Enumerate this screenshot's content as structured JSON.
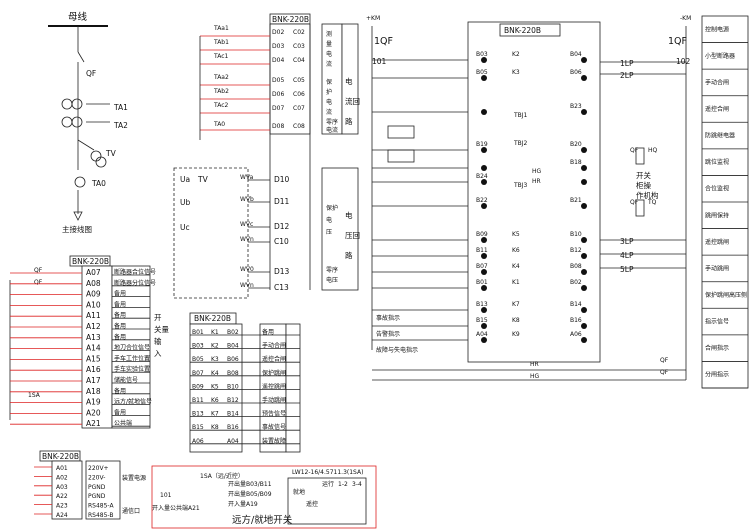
{
  "oneline": {
    "busbar": "母线",
    "qf": "QF",
    "ta1": "TA1",
    "ta2": "TA2",
    "tv": "TV",
    "ta0": "TA0",
    "caption": "主接线图"
  },
  "ct": {
    "device": "BNK-220B",
    "rows": [
      {
        "ta": "TAa1"
      },
      {
        "ta": "TAb1"
      },
      {
        "ta": "TAc1"
      },
      {
        "ta": "TAa2"
      },
      {
        "ta": "TAb2"
      },
      {
        "ta": "TAc2"
      },
      {
        "ta": "TA0"
      }
    ],
    "terms": [
      "D02",
      "C02",
      "D03",
      "C03",
      "D04",
      "C04",
      "D05",
      "C05",
      "D06",
      "C06",
      "D07",
      "C07",
      "D08",
      "C08"
    ],
    "group1": [
      "测",
      "量",
      "电",
      "流"
    ],
    "group2": [
      "保",
      "护",
      "电",
      "流"
    ],
    "group3": [
      "零序",
      "电流"
    ],
    "loop": [
      "电",
      "流回",
      "路"
    ]
  },
  "pt": {
    "ua": "Ua",
    "tv": "TV",
    "ub": "Ub",
    "uc": "Uc",
    "wires": [
      "WVa",
      "WVb",
      "WVc",
      "WVn",
      "WV0",
      "WVn"
    ],
    "terms": [
      "D10",
      "D11",
      "D12",
      "C10",
      "D13",
      "C13"
    ],
    "group1": [
      "保护",
      "电",
      "压"
    ],
    "group2": [
      "零序",
      "电压"
    ],
    "loop": [
      "电",
      "压回",
      "路"
    ]
  },
  "switchin": {
    "device": "BNK-220B",
    "qf": "QF",
    "sa": "1SA",
    "side": [
      "开",
      "关量",
      "输",
      "入"
    ],
    "rows": [
      {
        "term": "A07",
        "desc": "断路器合位信号"
      },
      {
        "term": "A08",
        "desc": "断路器分位信号"
      },
      {
        "term": "A09",
        "desc": "备用"
      },
      {
        "term": "A10",
        "desc": "备用"
      },
      {
        "term": "A11",
        "desc": "备用"
      },
      {
        "term": "A12",
        "desc": "备用"
      },
      {
        "term": "A13",
        "desc": "备用"
      },
      {
        "term": "A14",
        "desc": "地刀合位信号"
      },
      {
        "term": "A15",
        "desc": "手车工作位置"
      },
      {
        "term": "A16",
        "desc": "手车实验位置"
      },
      {
        "term": "A17",
        "desc": "储能信号"
      },
      {
        "term": "A18",
        "desc": "备用"
      },
      {
        "term": "A19",
        "desc": "远方/就地信号"
      },
      {
        "term": "A20",
        "desc": "备用"
      },
      {
        "term": "A21",
        "desc": "公共端"
      }
    ]
  },
  "ctrl": {
    "device": "BNK-220B",
    "rows": [
      {
        "l": "B01",
        "k": "K1",
        "r": "B02",
        "desc": "备用"
      },
      {
        "l": "B03",
        "k": "K2",
        "r": "B04",
        "desc": "手动合闸"
      },
      {
        "l": "B05",
        "k": "K3",
        "r": "B06",
        "desc": "遥控合闸"
      },
      {
        "l": "B07",
        "k": "K4",
        "r": "B08",
        "desc": "保护跳闸"
      },
      {
        "l": "B09",
        "k": "K5",
        "r": "B10",
        "desc": "遥控跳闸"
      },
      {
        "l": "B11",
        "k": "K6",
        "r": "B12",
        "desc": "手动跳闸"
      },
      {
        "l": "B13",
        "k": "K7",
        "r": "B14",
        "desc": "预告信号"
      },
      {
        "l": "B15",
        "k": "K8",
        "r": "B16",
        "desc": "事故信号"
      },
      {
        "l": "A06",
        "k": "",
        "r": "A04",
        "desc": "装置故障"
      }
    ]
  },
  "comm": {
    "device": "BNK-220B",
    "rows": [
      {
        "term": "A01",
        "desc": "220V+"
      },
      {
        "term": "A02",
        "desc": "220V-"
      },
      {
        "term": "A03",
        "desc": "PGND"
      },
      {
        "term": "A22",
        "desc": "PGND"
      },
      {
        "term": "A23",
        "desc": "RS485-A"
      },
      {
        "term": "A24",
        "desc": "RS485-B"
      }
    ],
    "groups": [
      "装置电源",
      "",
      "通信口"
    ]
  },
  "remote": {
    "sa": "1SA（远/近控）",
    "lines": [
      "开出量B03/B11",
      "开出量B05/B09",
      "开入量A19"
    ],
    "left": [
      "101",
      "开入量公共端A21"
    ],
    "caption": "远方/就地开关",
    "model": "LW12-16/4.5711.3(1SA)",
    "local": "就地",
    "remote": "遥控",
    "cols": [
      "运行",
      "1-2",
      "3-4"
    ]
  },
  "ctl": {
    "km_plus": "+KM",
    "km_minus": "-KM",
    "qf": "1QF",
    "qf_short": "QF",
    "n101": "101",
    "n102": "102",
    "device": "BNK-220B",
    "hq": "HQ",
    "tq": "TQ",
    "hr": "HR",
    "hg": "HG",
    "relays": [
      "TBJ1",
      "TBJ2",
      "TBJ3"
    ],
    "lamps": [
      "HG",
      "HR"
    ],
    "out": [
      "1LP",
      "2LP",
      "3LP",
      "4LP",
      "5LP"
    ],
    "mech": [
      "开关",
      "柜操",
      "作机构"
    ],
    "alarms": [
      "事故指示",
      "告警指示",
      "故障与失电指示"
    ],
    "rows": [
      {
        "l": "B03",
        "k": "K2",
        "r": "B04"
      },
      {
        "l": "B05",
        "k": "K3",
        "r": "B06"
      },
      {
        "l": "",
        "k": "",
        "r": "B23"
      },
      {
        "l": "B19",
        "k": "",
        "r": "B20"
      },
      {
        "l": "",
        "k": "",
        "r": "B18"
      },
      {
        "l": "B24",
        "k": "",
        "r": ""
      },
      {
        "l": "B22",
        "k": "",
        "r": "B21"
      },
      {
        "l": "B09",
        "k": "K5",
        "r": "B10"
      },
      {
        "l": "B11",
        "k": "K6",
        "r": "B12"
      },
      {
        "l": "B07",
        "k": "K4",
        "r": "B08"
      },
      {
        "l": "B01",
        "k": "K1",
        "r": "B02"
      },
      {
        "l": "B13",
        "k": "K7",
        "r": "B14"
      },
      {
        "l": "B15",
        "k": "K8",
        "r": "B16"
      },
      {
        "l": "A04",
        "k": "K9",
        "r": "A06"
      }
    ]
  },
  "legend": {
    "items": [
      "控制电源",
      "小型断路器",
      "手动合闸",
      "遥控合闸",
      "防跳继电器",
      "跳位监视",
      "合位监视",
      "跳闸保持",
      "遥控跳闸",
      "手动跳闸",
      "保护跳闸高压侧",
      "指示信号",
      "合闸指示",
      "分闸指示"
    ]
  }
}
